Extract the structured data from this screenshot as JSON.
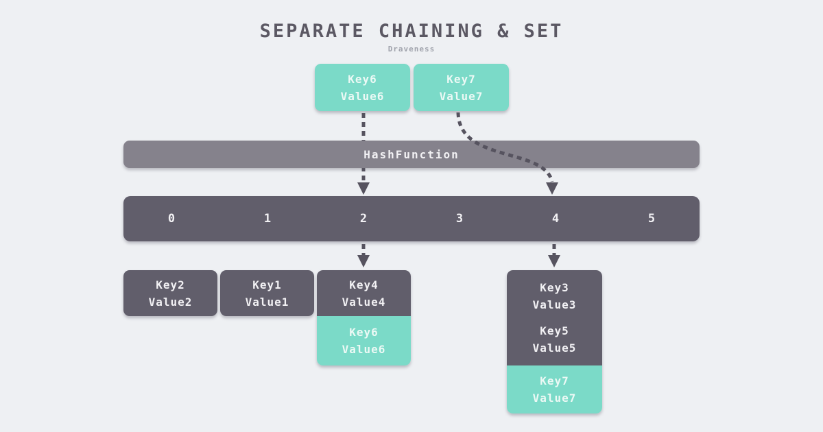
{
  "header": {
    "title": "SEPARATE CHAINING & SET",
    "subtitle": "Draveness"
  },
  "incoming": [
    {
      "key": "Key6",
      "value": "Value6"
    },
    {
      "key": "Key7",
      "value": "Value7"
    }
  ],
  "hash_function_label": "HashFunction",
  "buckets": [
    "0",
    "1",
    "2",
    "3",
    "4",
    "5"
  ],
  "chains": [
    {
      "bucket": "0",
      "entries": [
        {
          "key": "Key2",
          "value": "Value2",
          "is_new": false
        }
      ]
    },
    {
      "bucket": "1",
      "entries": [
        {
          "key": "Key1",
          "value": "Value1",
          "is_new": false
        }
      ]
    },
    {
      "bucket": "2",
      "entries": [
        {
          "key": "Key4",
          "value": "Value4",
          "is_new": false
        },
        {
          "key": "Key6",
          "value": "Value6",
          "is_new": true
        }
      ]
    },
    {
      "bucket": "4",
      "entries": [
        {
          "key": "Key3",
          "value": "Value3",
          "is_new": false
        },
        {
          "key": "Key5",
          "value": "Value5",
          "is_new": false
        },
        {
          "key": "Key7",
          "value": "Value7",
          "is_new": true
        }
      ]
    }
  ],
  "colors": {
    "background": "#EEF0F3",
    "teal": "#7BDAC8",
    "bucket_gray": "#615E6B",
    "hash_gray": "#85828C",
    "arrow": "#56535F"
  }
}
